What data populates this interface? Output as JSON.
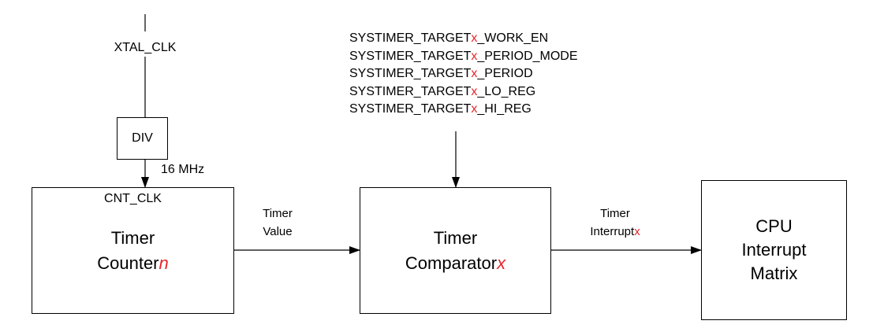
{
  "colors": {
    "line": "#000000",
    "accent": "#e8262b",
    "background": "#ffffff"
  },
  "clock": {
    "source_label": "XTAL_CLK",
    "divider_label": "DIV",
    "freq_label": "16 MHz"
  },
  "counter": {
    "clk_label": "CNT_CLK",
    "line1": "Timer",
    "line2_prefix": "Counter",
    "line2_suffix": "n"
  },
  "signal_value": {
    "line1": "Timer",
    "line2": "Value"
  },
  "comparator": {
    "line1": "Timer",
    "line2_prefix": "Comparator",
    "line2_suffix": "x"
  },
  "registers": {
    "items": [
      {
        "prefix": "SYSTIMER_TARGET",
        "index": "x",
        "suffix": "_WORK_EN"
      },
      {
        "prefix": "SYSTIMER_TARGET",
        "index": "x",
        "suffix": "_PERIOD_MODE"
      },
      {
        "prefix": "SYSTIMER_TARGET",
        "index": "x",
        "suffix": "_PERIOD"
      },
      {
        "prefix": "SYSTIMER_TARGET",
        "index": "x",
        "suffix": "_LO_REG"
      },
      {
        "prefix": "SYSTIMER_TARGET",
        "index": "x",
        "suffix": "_HI_REG"
      }
    ]
  },
  "signal_interrupt": {
    "line1": "Timer",
    "line2_prefix": "Interrupt",
    "line2_suffix": "x"
  },
  "cpu": {
    "line1": "CPU",
    "line2": "Interrupt",
    "line3": "Matrix"
  }
}
